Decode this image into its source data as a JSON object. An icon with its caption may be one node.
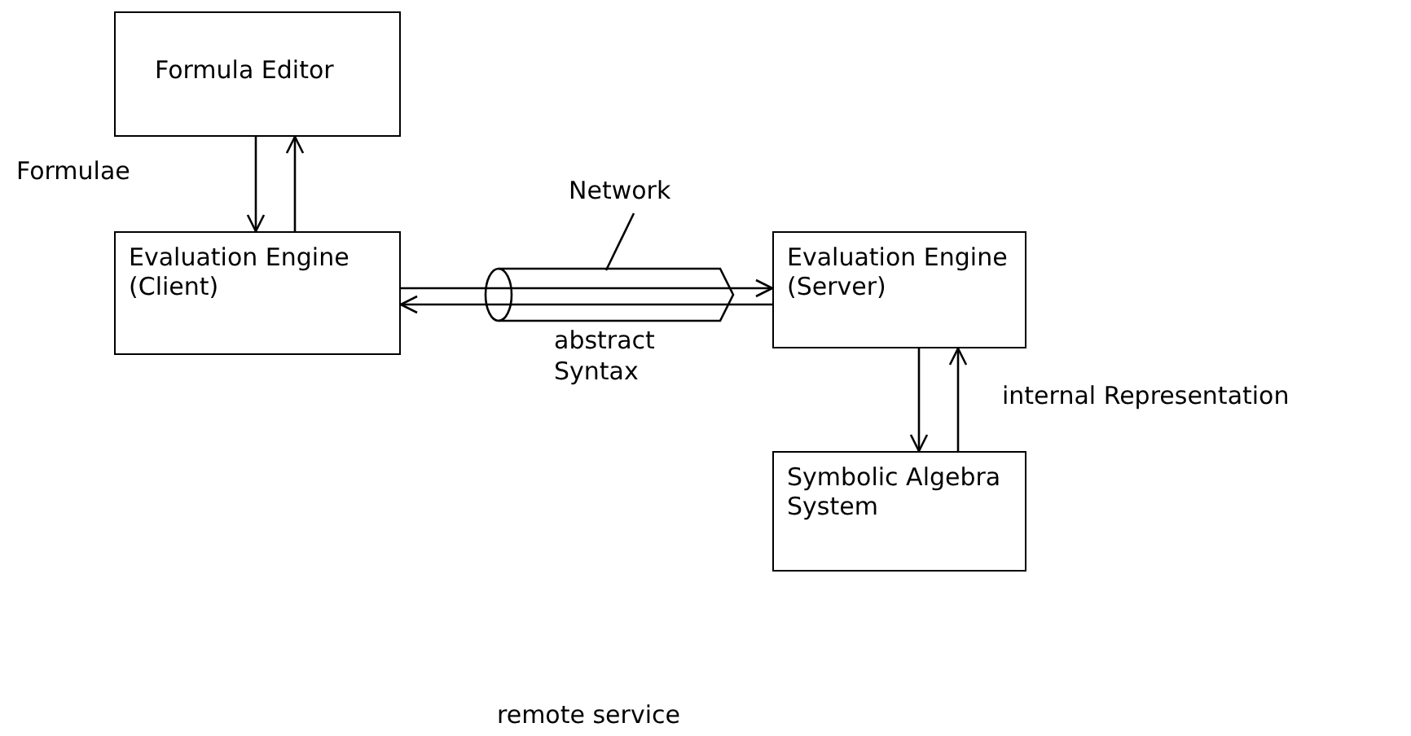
{
  "diagram": {
    "nodes": [
      {
        "text": [
          "Formula Editor"
        ]
      },
      {
        "text": [
          "Evaluation Engine (Client)"
        ]
      },
      {
        "text": [
          "Evaluation Engine (Server)"
        ]
      },
      {
        "text": [
          "Symbolic Algebra System"
        ]
      },
      {
        "text": [
          "Network"
        ]
      }
    ],
    "edges": [
      {
        "from": 0,
        "to": 1,
        "arrow": "to"
      },
      {
        "from": 1,
        "to": 0,
        "arrow": "to"
      },
      {
        "from": 1,
        "to": 2,
        "arrow": "to"
      },
      {
        "from": 2,
        "to": 1,
        "arrow": "to"
      },
      {
        "from": 2,
        "to": 3,
        "arrow": "to"
      },
      {
        "from": 3,
        "to": 2,
        "arrow": "to"
      },
      {
        "from": 4,
        "to": null,
        "arrow": "none"
      }
    ],
    "labels": [
      "Formulae",
      "abstract Syntax",
      "internal Representation",
      "remote service"
    ]
  }
}
